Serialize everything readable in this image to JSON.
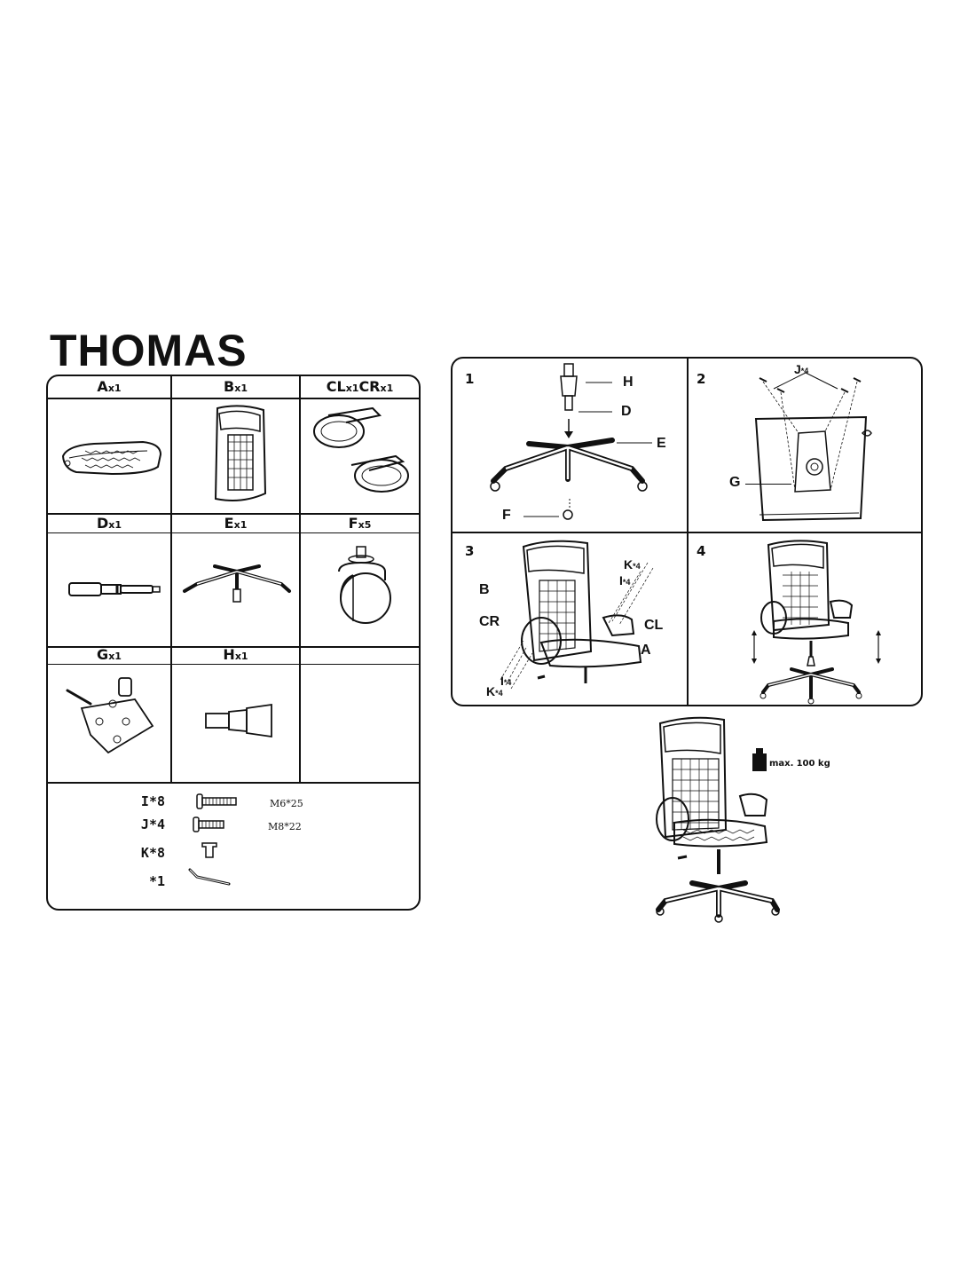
{
  "title": "THOMAS",
  "parts": [
    {
      "id": "A",
      "qty": "x1",
      "icon": "seat-icon"
    },
    {
      "id": "B",
      "qty": "x1",
      "icon": "backrest-icon"
    },
    {
      "id": "CL",
      "qty": "x1",
      "id2": "CR",
      "qty2": "x1",
      "icon": "armrests-icon"
    },
    {
      "id": "D",
      "qty": "x1",
      "icon": "gas-lift-icon"
    },
    {
      "id": "E",
      "qty": "x1",
      "icon": "star-base-icon"
    },
    {
      "id": "F",
      "qty": "x5",
      "icon": "caster-icon"
    },
    {
      "id": "G",
      "qty": "x1",
      "icon": "mechanism-icon"
    },
    {
      "id": "H",
      "qty": "x1",
      "icon": "cover-icon"
    }
  ],
  "hardware": [
    {
      "id": "I",
      "qty": "*8",
      "size": "M6*25",
      "icon": "bolt-long-icon"
    },
    {
      "id": "J",
      "qty": "*4",
      "size": "M8*22",
      "icon": "bolt-short-icon"
    },
    {
      "id": "K",
      "qty": "*8",
      "size": "",
      "icon": "washer-icon"
    },
    {
      "id": "",
      "qty": "*1",
      "size": "",
      "icon": "allen-key-icon"
    }
  ],
  "steps": [
    {
      "number": "1",
      "callouts": [
        "H",
        "D",
        "E",
        "F"
      ]
    },
    {
      "number": "2",
      "callouts": [
        "J",
        "*4",
        "G"
      ]
    },
    {
      "number": "3",
      "callouts": [
        "B",
        "CR",
        "CL",
        "A",
        "K",
        "*4",
        "I",
        "*4",
        "I",
        "*4",
        "K",
        "*4"
      ]
    },
    {
      "number": "4"
    }
  ],
  "max_load": {
    "prefix": "max.",
    "value": "100 kg"
  }
}
